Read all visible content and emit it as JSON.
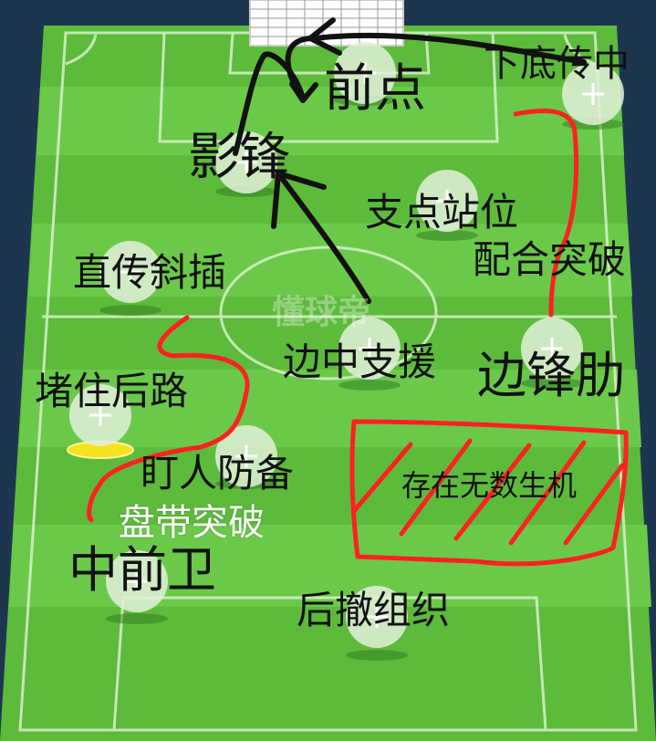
{
  "watermark": "懂球帝",
  "labels": {
    "front_post": "前点",
    "cross_from_byline": "下底传中",
    "shadow_striker": "影锋",
    "target_positioning": "支点站位",
    "combo_breakthrough": "配合突破",
    "through_ball_diagonal_run": "直传斜插",
    "side_center_support": "边中支援",
    "winger_lb": "边锋肋",
    "block_rear_path": "堵住后路",
    "man_marking_defense": "盯人防备",
    "dribble_breakthrough": "盘带突破",
    "central_midfielder": "中前卫",
    "drop_back_organize": "后撤组织",
    "many_opportunities": "存在无数生机"
  },
  "colors": {
    "pitch_green": "#5dbb3b",
    "pitch_stripe": "#6bc94a",
    "annotation_red": "#ff2020",
    "annotation_black": "#111111",
    "background": "#1e3550"
  }
}
